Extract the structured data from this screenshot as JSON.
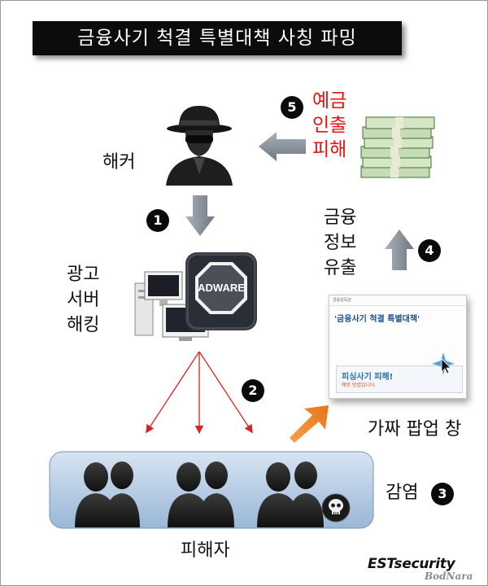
{
  "title": "금융사기 척결 특별대책 사칭 파밍",
  "labels": {
    "hacker": "해커",
    "deposit_1": "예금",
    "deposit_2": "인출",
    "deposit_3": "피해",
    "finance_1": "금융",
    "finance_2": "정보",
    "finance_3": "유출",
    "ad_1": "광고",
    "ad_2": "서버",
    "ad_3": "해킹",
    "fake_popup": "가짜 팝업 창",
    "infection": "감염",
    "victims": "피해자"
  },
  "steps": [
    "1",
    "2",
    "3",
    "4",
    "5"
  ],
  "adware_sign": "ADWARE",
  "popup": {
    "top": "금융감독원",
    "title": "'금융사기 척결 특별대책'",
    "big": "피싱사기 피해!",
    "sub": "예방 방법입니다."
  },
  "logo": {
    "brand": "ESTsecurity",
    "sub": "BodNara"
  },
  "colors": {
    "red": "#e21212",
    "dark": "#0a0a0a",
    "orange": "#f08a1c",
    "grey_arrow": "#8e97a2",
    "band": "#b7cde4"
  },
  "icons": [
    "hacker-icon",
    "money-stack-icon",
    "computer-icon",
    "adware-sign-icon",
    "person-silhouette-icon",
    "skull-icon",
    "cursor-icon"
  ]
}
